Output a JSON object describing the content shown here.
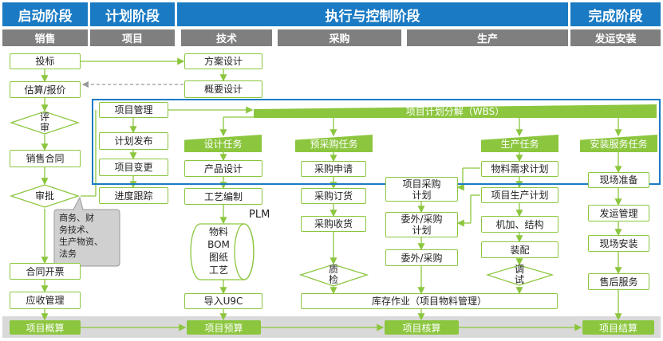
{
  "phases": {
    "start": "启动阶段",
    "plan": "计划阶段",
    "execute": "执行与控制阶段",
    "finish": "完成阶段"
  },
  "departments": {
    "sales": "销售",
    "project": "项目",
    "tech": "技术",
    "purchase": "采购",
    "production": "生产",
    "shipping": "发运安装"
  },
  "sales": {
    "bid": "投标",
    "estimate": "估算/报价",
    "review_top": "评",
    "review_bottom": "审",
    "contract": "销售合同",
    "approve": "审批",
    "callout": "商务、财\n务技术、\n生产物资、\n法务",
    "contract_open": "合同开票",
    "receivable": "应收管理"
  },
  "project": {
    "management": "项目管理",
    "release": "计划发布",
    "change": "项目变更",
    "tracking": "进度跟踪"
  },
  "tech": {
    "scheme": "方案设计",
    "outline": "概要设计",
    "task": "设计任务",
    "product_design": "产品设计",
    "process": "工艺编制",
    "plm_label": "PLM",
    "plm_contents": "物料\nBOM\n图纸\n工艺",
    "import": "导入U9C"
  },
  "wbs": "项目计划分解（WBS）",
  "purchase": {
    "task": "预采购任务",
    "request": "采购申请",
    "order": "采购订货",
    "receive": "采购收货",
    "qc_top": "质",
    "qc_bottom": "检",
    "project_purchase_plan": "项目采购\n计划",
    "outsource_plan": "委外/采购\n计划",
    "outsource": "委外/采购",
    "inventory": "库存作业（项目物料管理）"
  },
  "production": {
    "task": "生产任务",
    "mrp": "物料需求计划",
    "production_plan": "项目生产计划",
    "machining": "机加、结构",
    "assembly": "装配",
    "debug_top": "调",
    "debug_bottom": "试"
  },
  "shipping": {
    "task": "安装服务任务",
    "prepare": "现场准备",
    "ship_mgmt": "发运管理",
    "install": "现场安装",
    "after_sales": "售后服务"
  },
  "accounting": {
    "estimate": "项目概算",
    "budget": "项目预算",
    "audit": "项目核算",
    "settlement": "项目结算"
  },
  "colors": {
    "phase_blue": "#1a7bc4",
    "dept_gray": "#7f7f7f",
    "green": "#8cc63f",
    "frame_blue": "#1a7bc4"
  }
}
